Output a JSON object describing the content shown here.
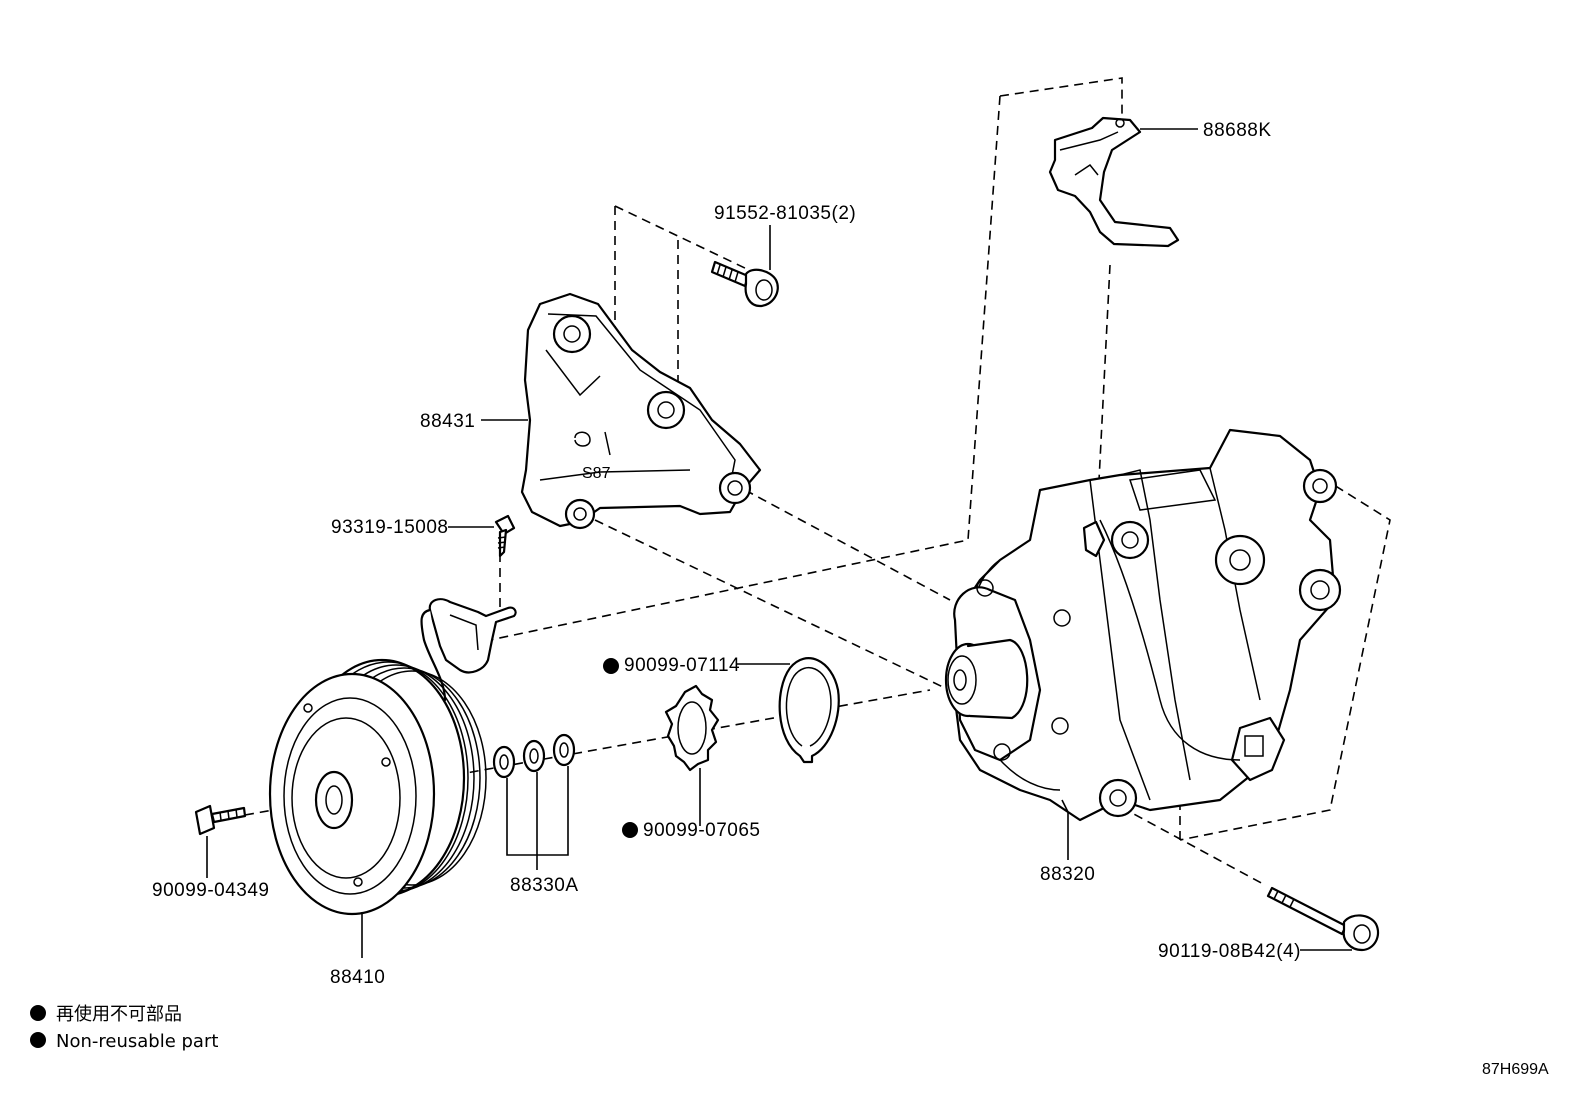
{
  "parts": {
    "p88688k": "88688K",
    "p91552": "91552-81035(2)",
    "p88431": "88431",
    "p93319": "93319-15008",
    "p90099_07114": "90099-07114",
    "p90099_07065": "90099-07065",
    "p88330a": "88330A",
    "p90099_04349": "90099-04349",
    "p88410": "88410",
    "p88320": "88320",
    "p90119": "90119-08B42(4)"
  },
  "legend": {
    "japanese": "再使用不可部品",
    "english": "Non-reusable part"
  },
  "diagram_code": "87H699A"
}
